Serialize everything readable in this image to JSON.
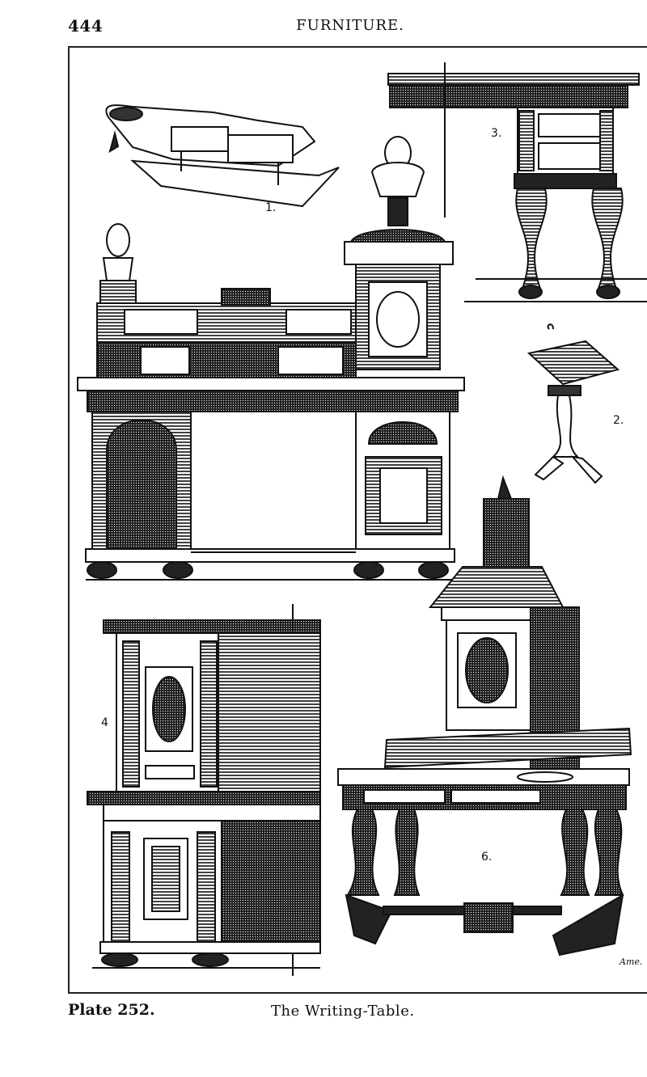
{
  "header": {
    "page_number": "444",
    "running_title": "FURNITURE."
  },
  "figures": {
    "fig1": "1.",
    "fig2": "2.",
    "fig3": "3.",
    "fig4": "4",
    "fig6": "6."
  },
  "caption": {
    "plate": "Plate 252.",
    "title": "The Writing-Table."
  },
  "signature": "Ame."
}
